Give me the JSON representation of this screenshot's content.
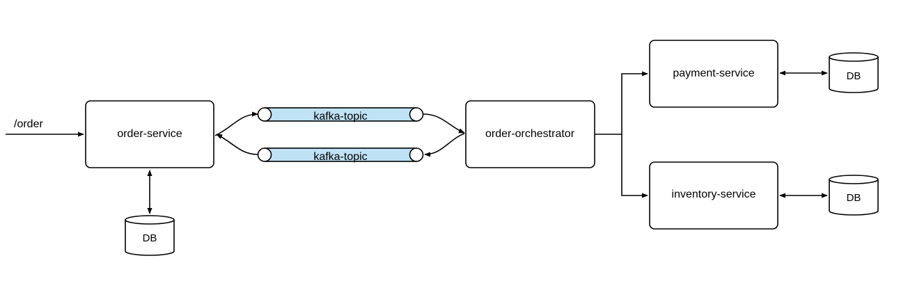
{
  "diagram": {
    "entry_label": "/order",
    "order_service": "order-service",
    "topic_top": "kafka-topic",
    "topic_bottom": "kafka-topic",
    "orchestrator": "order-orchestrator",
    "payment_service": "payment-service",
    "inventory_service": "inventory-service",
    "db_order": "DB",
    "db_payment": "DB",
    "db_inventory": "DB"
  },
  "colors": {
    "topic_fill": "#bfe3f5",
    "stroke": "#000000"
  }
}
